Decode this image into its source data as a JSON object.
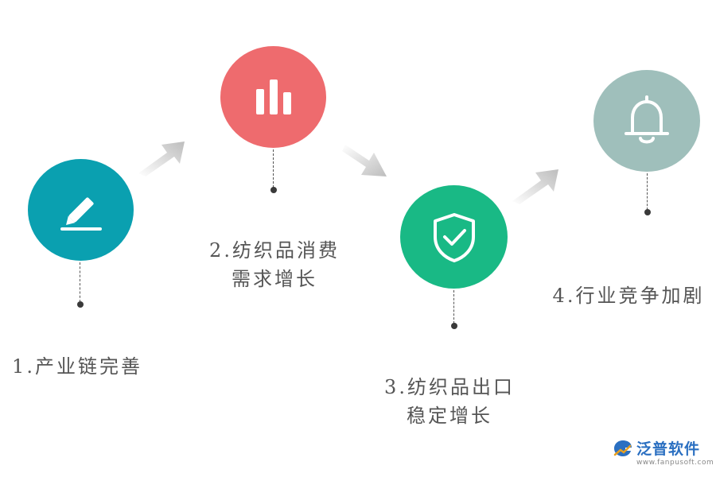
{
  "steps": [
    {
      "number": "1.",
      "lines": [
        "产业链完善"
      ],
      "color": "#0aa0b0",
      "icon": "pencil-icon"
    },
    {
      "number": "2.",
      "lines": [
        "纺织品消费",
        "需求增长"
      ],
      "color": "#ee6b6e",
      "icon": "bar-chart-icon"
    },
    {
      "number": "3.",
      "lines": [
        "纺织品出口",
        "稳定增长"
      ],
      "color": "#19b985",
      "icon": "shield-check-icon"
    },
    {
      "number": "4.",
      "lines": [
        "行业竞争加剧"
      ],
      "color": "#9fbfbb",
      "icon": "bell-icon"
    }
  ],
  "logo": {
    "name": "泛普软件",
    "url": "www.fanpusoft.com",
    "icon": "fanpu-logo-icon"
  }
}
